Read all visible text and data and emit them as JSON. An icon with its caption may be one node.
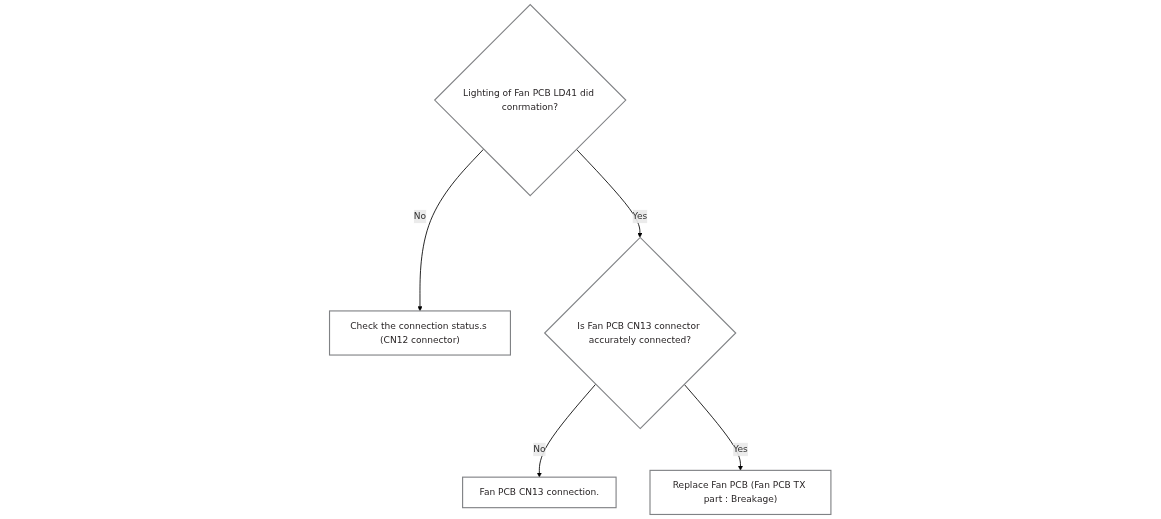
{
  "diagram": {
    "nodes": [
      {
        "text": [
          "Lighting of Fan PCB LD41 did conrmation?"
        ]
      },
      {
        "text": [
          "Check the connection status.s (CN12 connector)"
        ]
      },
      {
        "text": [
          "Is Fan PCB CN13 connector accurately connected?"
        ]
      },
      {
        "text": [
          "Fan PCB CN13 connection."
        ]
      },
      {
        "text": [
          "Replace Fan PCB (Fan PCB TX part : Breakage)"
        ]
      }
    ],
    "edges": [
      {
        "from": 0,
        "to": 1,
        "label": "No",
        "arrow": "to"
      },
      {
        "from": 0,
        "to": 2,
        "label": "Yes",
        "arrow": "to"
      },
      {
        "from": 2,
        "to": 3,
        "label": "No",
        "arrow": "to"
      },
      {
        "from": 2,
        "to": 4,
        "label": "Yes",
        "arrow": "to"
      }
    ]
  }
}
